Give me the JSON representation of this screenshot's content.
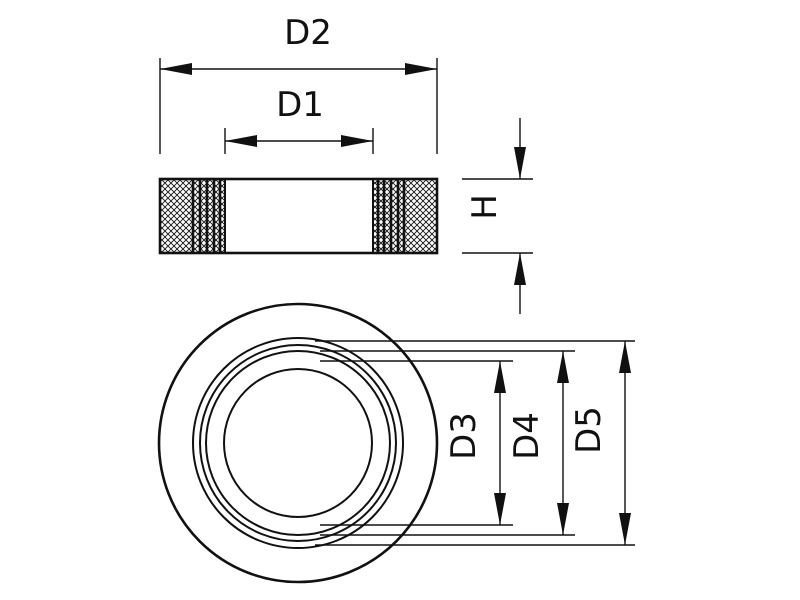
{
  "labels": {
    "d2": "D2",
    "d1": "D1",
    "h": "H",
    "d3": "D3",
    "d4": "D4",
    "d5": "D5"
  },
  "colors": {
    "line": "#111111",
    "background": "#ffffff"
  }
}
